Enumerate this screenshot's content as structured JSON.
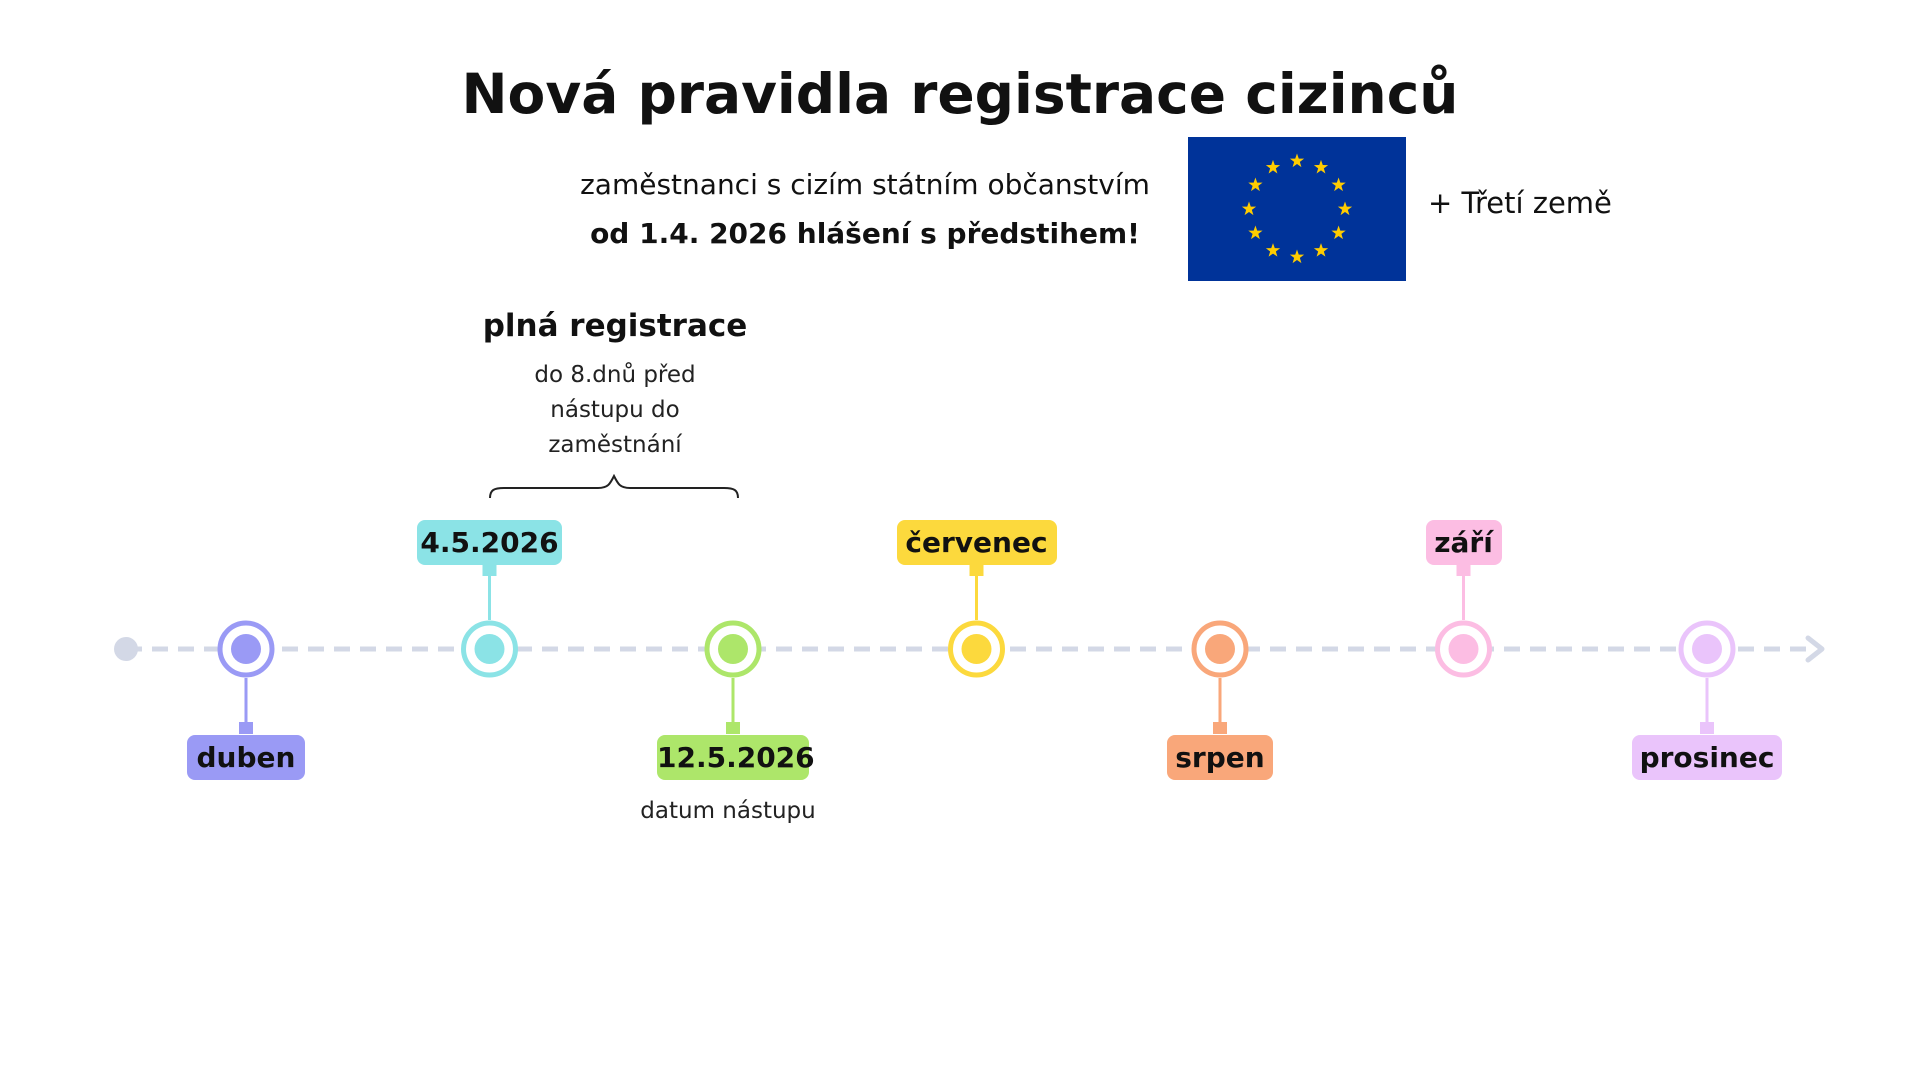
{
  "header": {
    "title": "Nová pravidla registrace cizinců",
    "line1": "zaměstnanci s cizím státním občanstvím",
    "line2": "od 1.4. 2026 hlášení s předstihem!",
    "flag_icon": "eu-flag-icon",
    "third_countries": "+ Třetí země"
  },
  "registration": {
    "title": "plná registrace",
    "description_lines": [
      "do 8.dnů před",
      "nástupu do",
      "zaměstnání"
    ]
  },
  "timeline": {
    "line_color": "#d3d8e6",
    "milestones": [
      {
        "label": "duben",
        "color": "#9a9af5",
        "position": "below"
      },
      {
        "label": "4.5.2026",
        "color": "#8be3e6",
        "position": "above"
      },
      {
        "label": "12.5.2026",
        "color": "#ade66a",
        "position": "below"
      },
      {
        "label": "červenec",
        "color": "#fcd93d",
        "position": "above"
      },
      {
        "label": "srpen",
        "color": "#f9a77a",
        "position": "below"
      },
      {
        "label": "září",
        "color": "#fcbde3",
        "position": "above"
      },
      {
        "label": "prosinec",
        "color": "#eac4fb",
        "position": "below"
      }
    ],
    "start_caption": "datum nástupu"
  },
  "colors": {
    "eu_blue": "#003399",
    "eu_gold": "#ffcc00"
  }
}
